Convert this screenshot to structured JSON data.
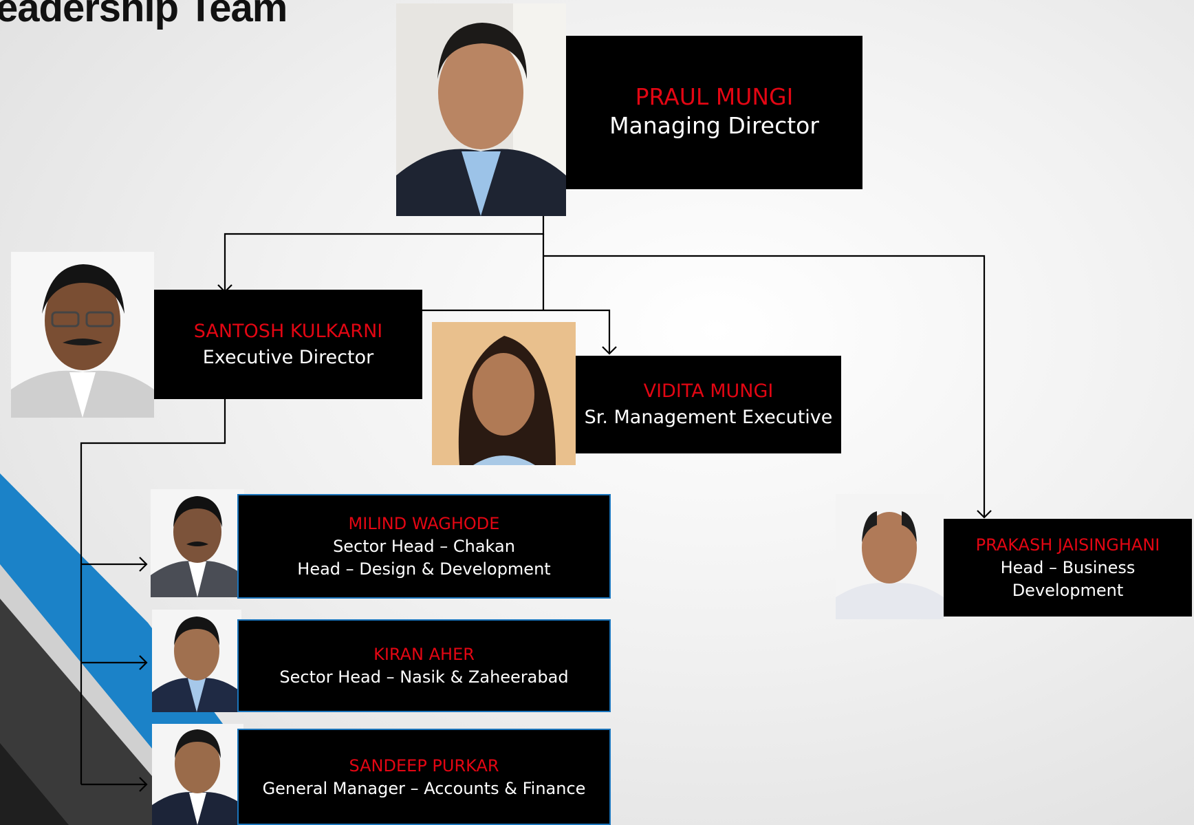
{
  "title": "eadership Team",
  "colors": {
    "accent_name": "#e30613",
    "box_bg": "#000000",
    "box_border_blue": "#1b75bc",
    "deco_blue": "#1b82c8",
    "deco_dark": "#3a3a3a"
  },
  "people": {
    "praul": {
      "name": "PRAUL MUNGI",
      "role": "Managing Director"
    },
    "santosh": {
      "name": "SANTOSH KULKARNI",
      "role": "Executive Director"
    },
    "vidita": {
      "name": "VIDITA  MUNGI",
      "role": "Sr. Management Executive"
    },
    "prakash": {
      "name": "PRAKASH JAISINGHANI",
      "role_line1": "Head – Business",
      "role_line2": "Development"
    },
    "milind": {
      "name": "MILIND  WAGHODE",
      "role_line1": "Sector Head – Chakan",
      "role_line2": "Head – Design & Development"
    },
    "kiran": {
      "name": "KIRAN  AHER",
      "role": "Sector Head – Nasik & Zaheerabad"
    },
    "sandeep": {
      "name": "SANDEEP  PURKAR",
      "role": "General Manager – Accounts & Finance"
    }
  }
}
